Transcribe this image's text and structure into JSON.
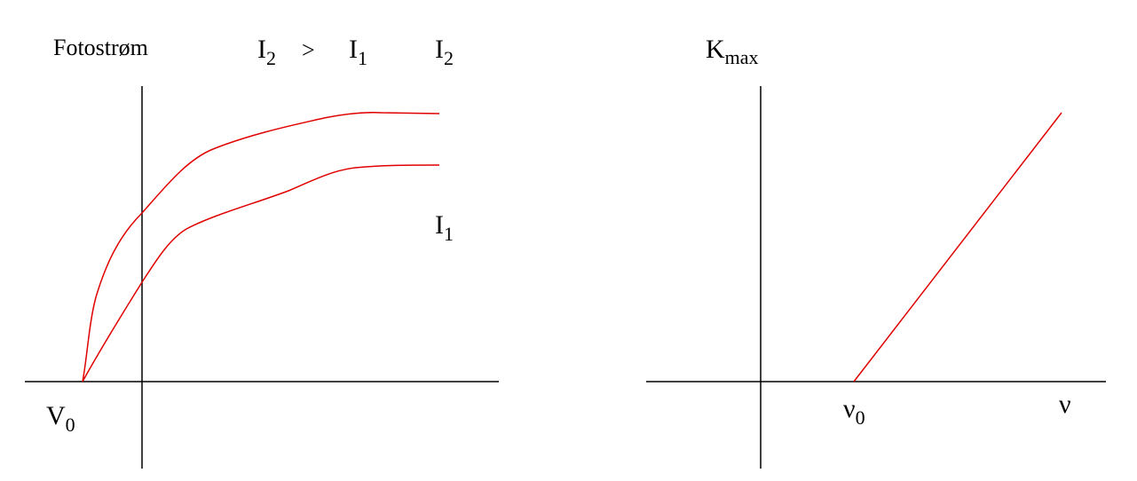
{
  "left_panel": {
    "ylabel": "Fotostrøm",
    "relation": {
      "left": {
        "base": "I",
        "sub": "2"
      },
      "op": ">",
      "right": {
        "base": "I",
        "sub": "1"
      }
    },
    "curve_upper_label": {
      "base": "I",
      "sub": "2"
    },
    "curve_lower_label": {
      "base": "I",
      "sub": "1"
    },
    "xlabel_stop": {
      "base": "V",
      "sub": "0"
    }
  },
  "right_panel": {
    "ylabel": {
      "base": "K",
      "sub": "max"
    },
    "threshold_label": {
      "base": "ν",
      "sub": "0"
    },
    "xlabel": "ν"
  },
  "colors": {
    "axes": "#000000",
    "curves": "#e00000"
  }
}
